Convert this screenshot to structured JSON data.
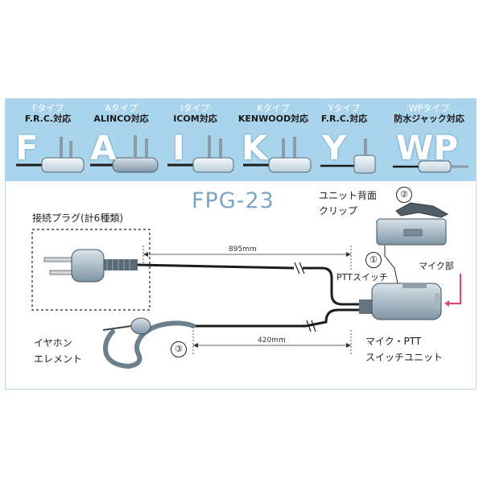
{
  "plug_types": [
    {
      "type": "Fタイプ",
      "compat": "F.R.C.対応",
      "letter": "F"
    },
    {
      "type": "Aタイプ",
      "compat": "ALINCO対応",
      "letter": "A"
    },
    {
      "type": "Iタイプ",
      "compat": "ICOM対応",
      "letter": "I"
    },
    {
      "type": "Kタイプ",
      "compat": "KENWOOD対応",
      "letter": "K"
    },
    {
      "type": "Yタイプ",
      "compat": "F.R.C.対応",
      "letter": "Y"
    },
    {
      "type": "WPタイプ",
      "compat": "防水ジャック対応",
      "letter": "WP"
    }
  ],
  "model": "FPG-23",
  "labels": {
    "connector_plug": "接続プラグ(計6種類)",
    "clip_line1": "ユニット背面",
    "clip_line2": "クリップ",
    "ptt_switch": "PTTスイッチ",
    "mic_part": "マイク部",
    "earphone_line1": "イヤホン",
    "earphone_line2": "エレメント",
    "unit_line1": "マイク・PTT",
    "unit_line2": "スイッチユニット"
  },
  "dimensions": {
    "cable_main": "895mm",
    "cable_ear": "420mm"
  },
  "callouts": [
    "①",
    "②",
    "③"
  ],
  "colors": {
    "band": "#a9d4ec",
    "accent": "#e0457b",
    "model_text": "#7aa5c5"
  }
}
